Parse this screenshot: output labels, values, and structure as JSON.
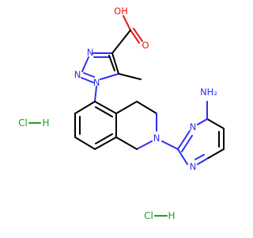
{
  "diagram": {
    "atoms": {
      "oh": "OH",
      "o": "O",
      "n_top": "N",
      "n_mid": "N",
      "n_ring": "N",
      "n_iso": "N",
      "n_pyr_top": "N",
      "n_pyr_bot": "N",
      "nh2": "NH₂"
    },
    "salts": [
      {
        "cl": "Cl",
        "h": "H"
      },
      {
        "cl": "Cl",
        "h": "H"
      }
    ],
    "colors": {
      "bond": "#000000",
      "nitrogen": "#2e2ef5",
      "oxygen": "#e81a1a",
      "chlorine": "#1fa01f"
    }
  }
}
